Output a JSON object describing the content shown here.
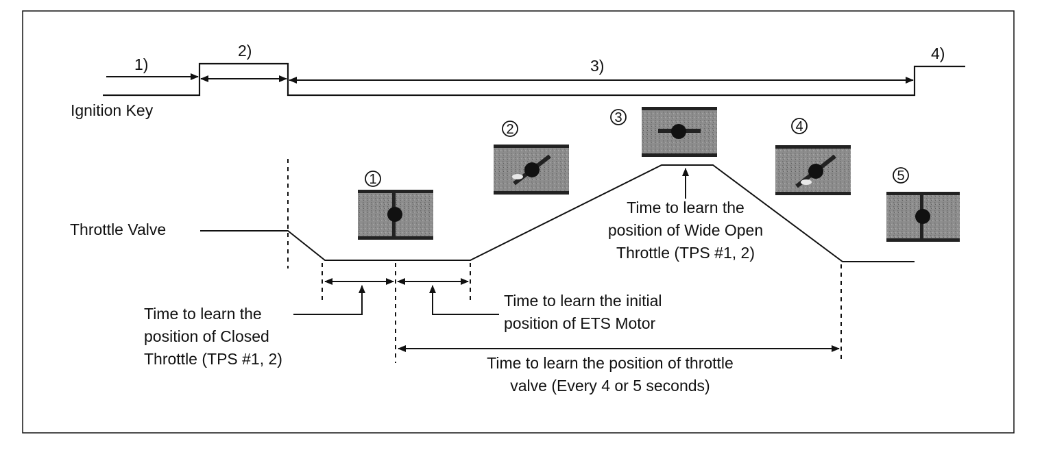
{
  "ignition": {
    "label": "Ignition Key",
    "phases": [
      "1)",
      "2)",
      "3)",
      "4)"
    ]
  },
  "throttle": {
    "label": "Throttle Valve"
  },
  "positions": [
    "1",
    "2",
    "3",
    "4",
    "5"
  ],
  "annotations": {
    "closed": [
      "Time to learn the",
      "position of Closed",
      "Throttle (TPS #1, 2)"
    ],
    "ets": [
      "Time to learn the initial",
      "position of ETS Motor"
    ],
    "wot": [
      "Time to learn the",
      "position of Wide Open",
      "Throttle (TPS #1, 2)"
    ],
    "periodic": [
      "Time to learn the position of throttle",
      "valve (Every 4 or 5 seconds)"
    ]
  },
  "colors": {
    "line": "#111111",
    "image_bg": "#8a8a8a",
    "image_bar": "#2a2a2a"
  }
}
